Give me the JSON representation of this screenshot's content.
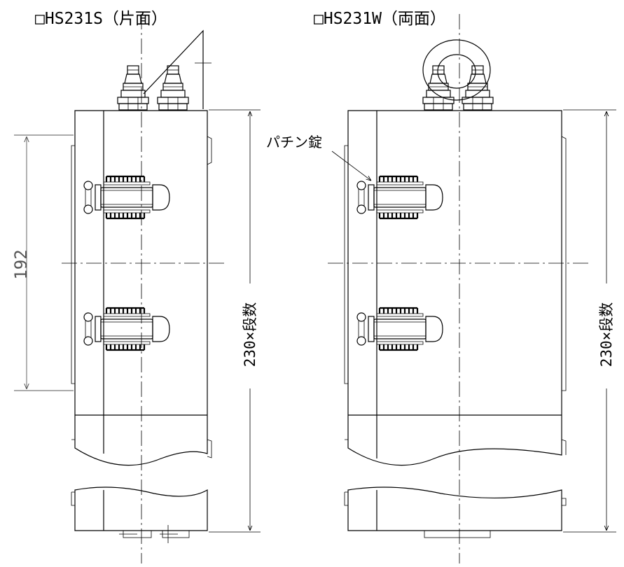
{
  "left_view": {
    "title": "□HS231S（片面）",
    "height_dim": "230×段数",
    "latch_dim": "192"
  },
  "right_view": {
    "title": "□HS231W（両面）",
    "height_dim": "230×段数",
    "latch_callout": "パチン錠"
  },
  "colors": {
    "line": "#000000",
    "dim_gray": "#555555",
    "background": "#ffffff"
  }
}
